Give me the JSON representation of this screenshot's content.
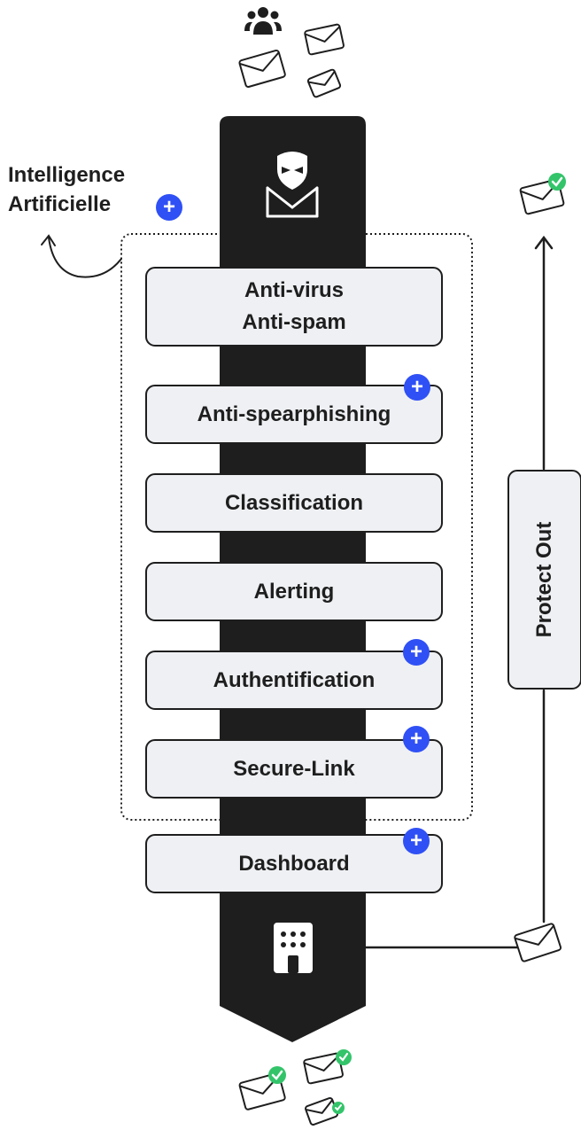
{
  "ai_label": {
    "line1": "Intelligence",
    "line2": "Artificielle"
  },
  "layers": [
    {
      "line1": "Anti-virus",
      "line2": "Anti-spam",
      "plus": false
    },
    {
      "line1": "Anti-spearphishing",
      "line2": "",
      "plus": true
    },
    {
      "line1": "Classification",
      "line2": "",
      "plus": false
    },
    {
      "line1": "Alerting",
      "line2": "",
      "plus": false
    },
    {
      "line1": "Authentification",
      "line2": "",
      "plus": true
    },
    {
      "line1": "Secure-Link",
      "line2": "",
      "plus": true
    },
    {
      "line1": "Dashboard",
      "line2": "",
      "plus": true
    }
  ],
  "plus_symbol": "+",
  "protect_out": "Protect Out",
  "icons": {
    "top": [
      "users-icon",
      "mail-icon"
    ],
    "spine_top": "shield-mail-icon",
    "spine_bottom": "building-icon",
    "right": "mail-check-icon",
    "bottom": "mail-check-icon"
  },
  "colors": {
    "spine": "#1e1e1e",
    "box_fill": "#eef0f3",
    "plus_badge": "#2f50f5",
    "check_badge": "#33c46a"
  }
}
